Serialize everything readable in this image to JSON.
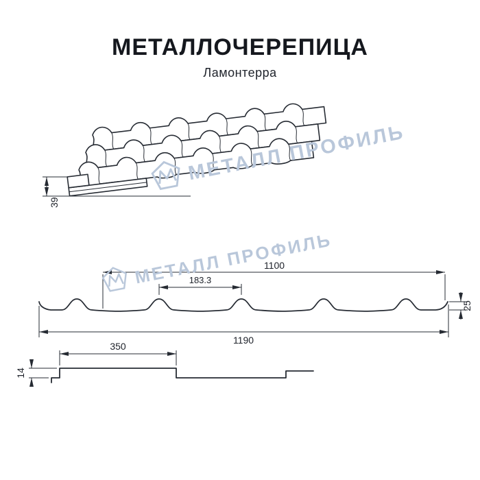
{
  "header": {
    "title": "МЕТАЛЛОЧЕРЕПИЦА",
    "subtitle": "Ламонтерра"
  },
  "watermark": {
    "text": "МЕТАЛЛ ПРОФИЛЬ"
  },
  "dimensions": {
    "eave_height": "39",
    "cover_width": "1100",
    "wave_pitch": "183.3",
    "profile_height": "25",
    "full_width": "1190",
    "module_length": "350",
    "step_height": "14"
  },
  "colors": {
    "line": "#262b33",
    "watermark": "#b9c7da",
    "background": "#ffffff"
  }
}
